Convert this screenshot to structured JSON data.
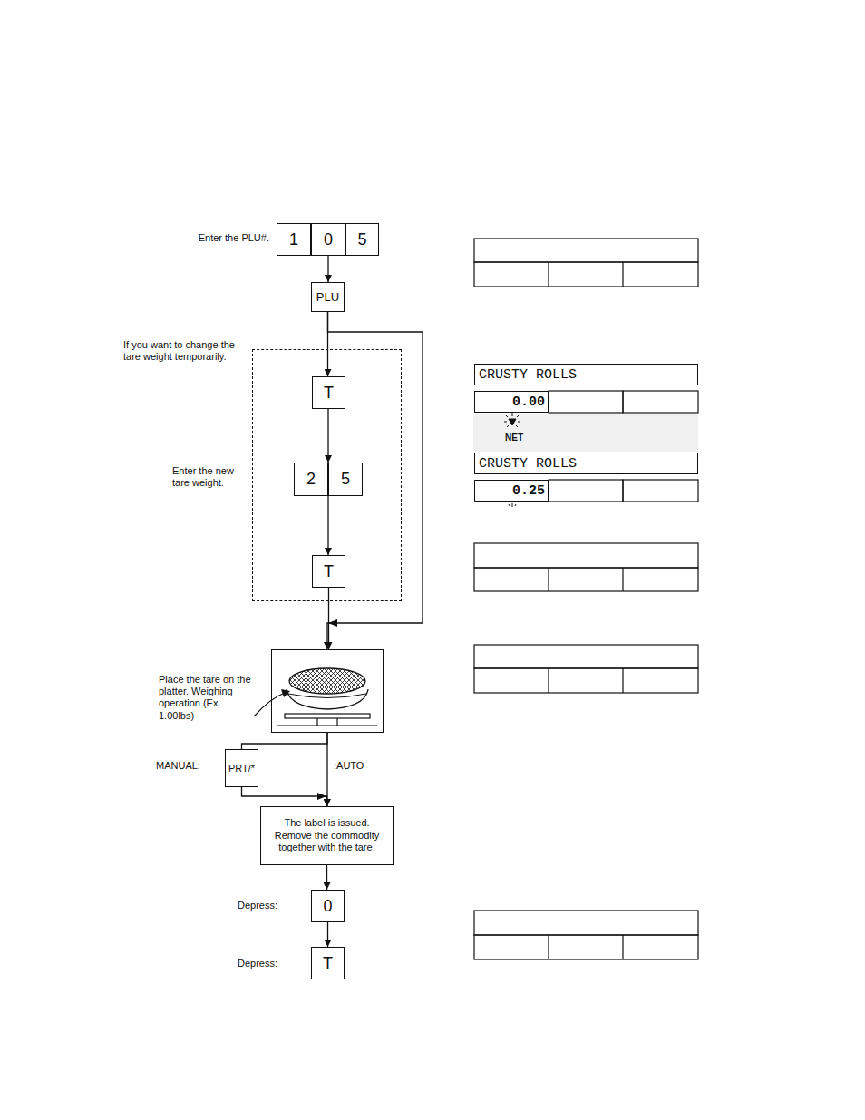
{
  "diagram": {
    "nodes": [
      {
        "text": [
          "1"
        ]
      },
      {
        "text": [
          "0"
        ]
      },
      {
        "text": [
          "5"
        ]
      },
      {
        "text": [
          "PLU"
        ]
      },
      {
        "text": [
          "CRUSTY ROLLS"
        ]
      },
      {
        "text": [
          "0.00"
        ]
      },
      {
        "text": [
          "If you want to change the tare weight temporarily."
        ]
      },
      {
        "text": [
          "T"
        ],
        "in": 6
      },
      {
        "text": [
          "2"
        ],
        "in": 6
      },
      {
        "text": [
          "5"
        ],
        "in": 6
      },
      {
        "text": [
          "CRUSTY ROLLS"
        ]
      },
      {
        "text": [
          "0.25"
        ]
      },
      {
        "text": [
          "T"
        ],
        "in": 6
      },
      {
        "text": [
          "Place the tare on the platter. Weighing operation (Ex. 1.00lbs)"
        ]
      },
      {
        "text": [
          "PRT/*"
        ]
      },
      {
        "text": [
          "The label is issued. Remove the commodity together with the tare."
        ]
      },
      {
        "text": [
          "0"
        ]
      },
      {
        "text": [
          "T"
        ]
      }
    ],
    "edges": [
      {
        "from": 1,
        "to": 3,
        "arrow": "to"
      },
      {
        "from": 3,
        "to": 7,
        "arrow": "to"
      },
      {
        "from": 7,
        "to": 8,
        "arrow": "to"
      },
      {
        "from": 8,
        "to": 12,
        "arrow": "to"
      },
      {
        "from": 3,
        "to": 13,
        "arrow": "to"
      },
      {
        "from": 12,
        "to": 13,
        "arrow": "to"
      },
      {
        "from": 13,
        "to": 15,
        "arrow": "to"
      },
      {
        "from": 13,
        "to": 14,
        "arrow": "none"
      },
      {
        "from": 14,
        "to": 15,
        "arrow": "to"
      },
      {
        "from": 15,
        "to": 16,
        "arrow": "to"
      },
      {
        "from": 16,
        "to": 17,
        "arrow": "to"
      }
    ],
    "labels": [
      "Enter the PLU#.",
      "NET",
      "Enter the new tare weight.",
      "MANUAL:",
      ":AUTO",
      "Depress:",
      "Depress:"
    ]
  }
}
